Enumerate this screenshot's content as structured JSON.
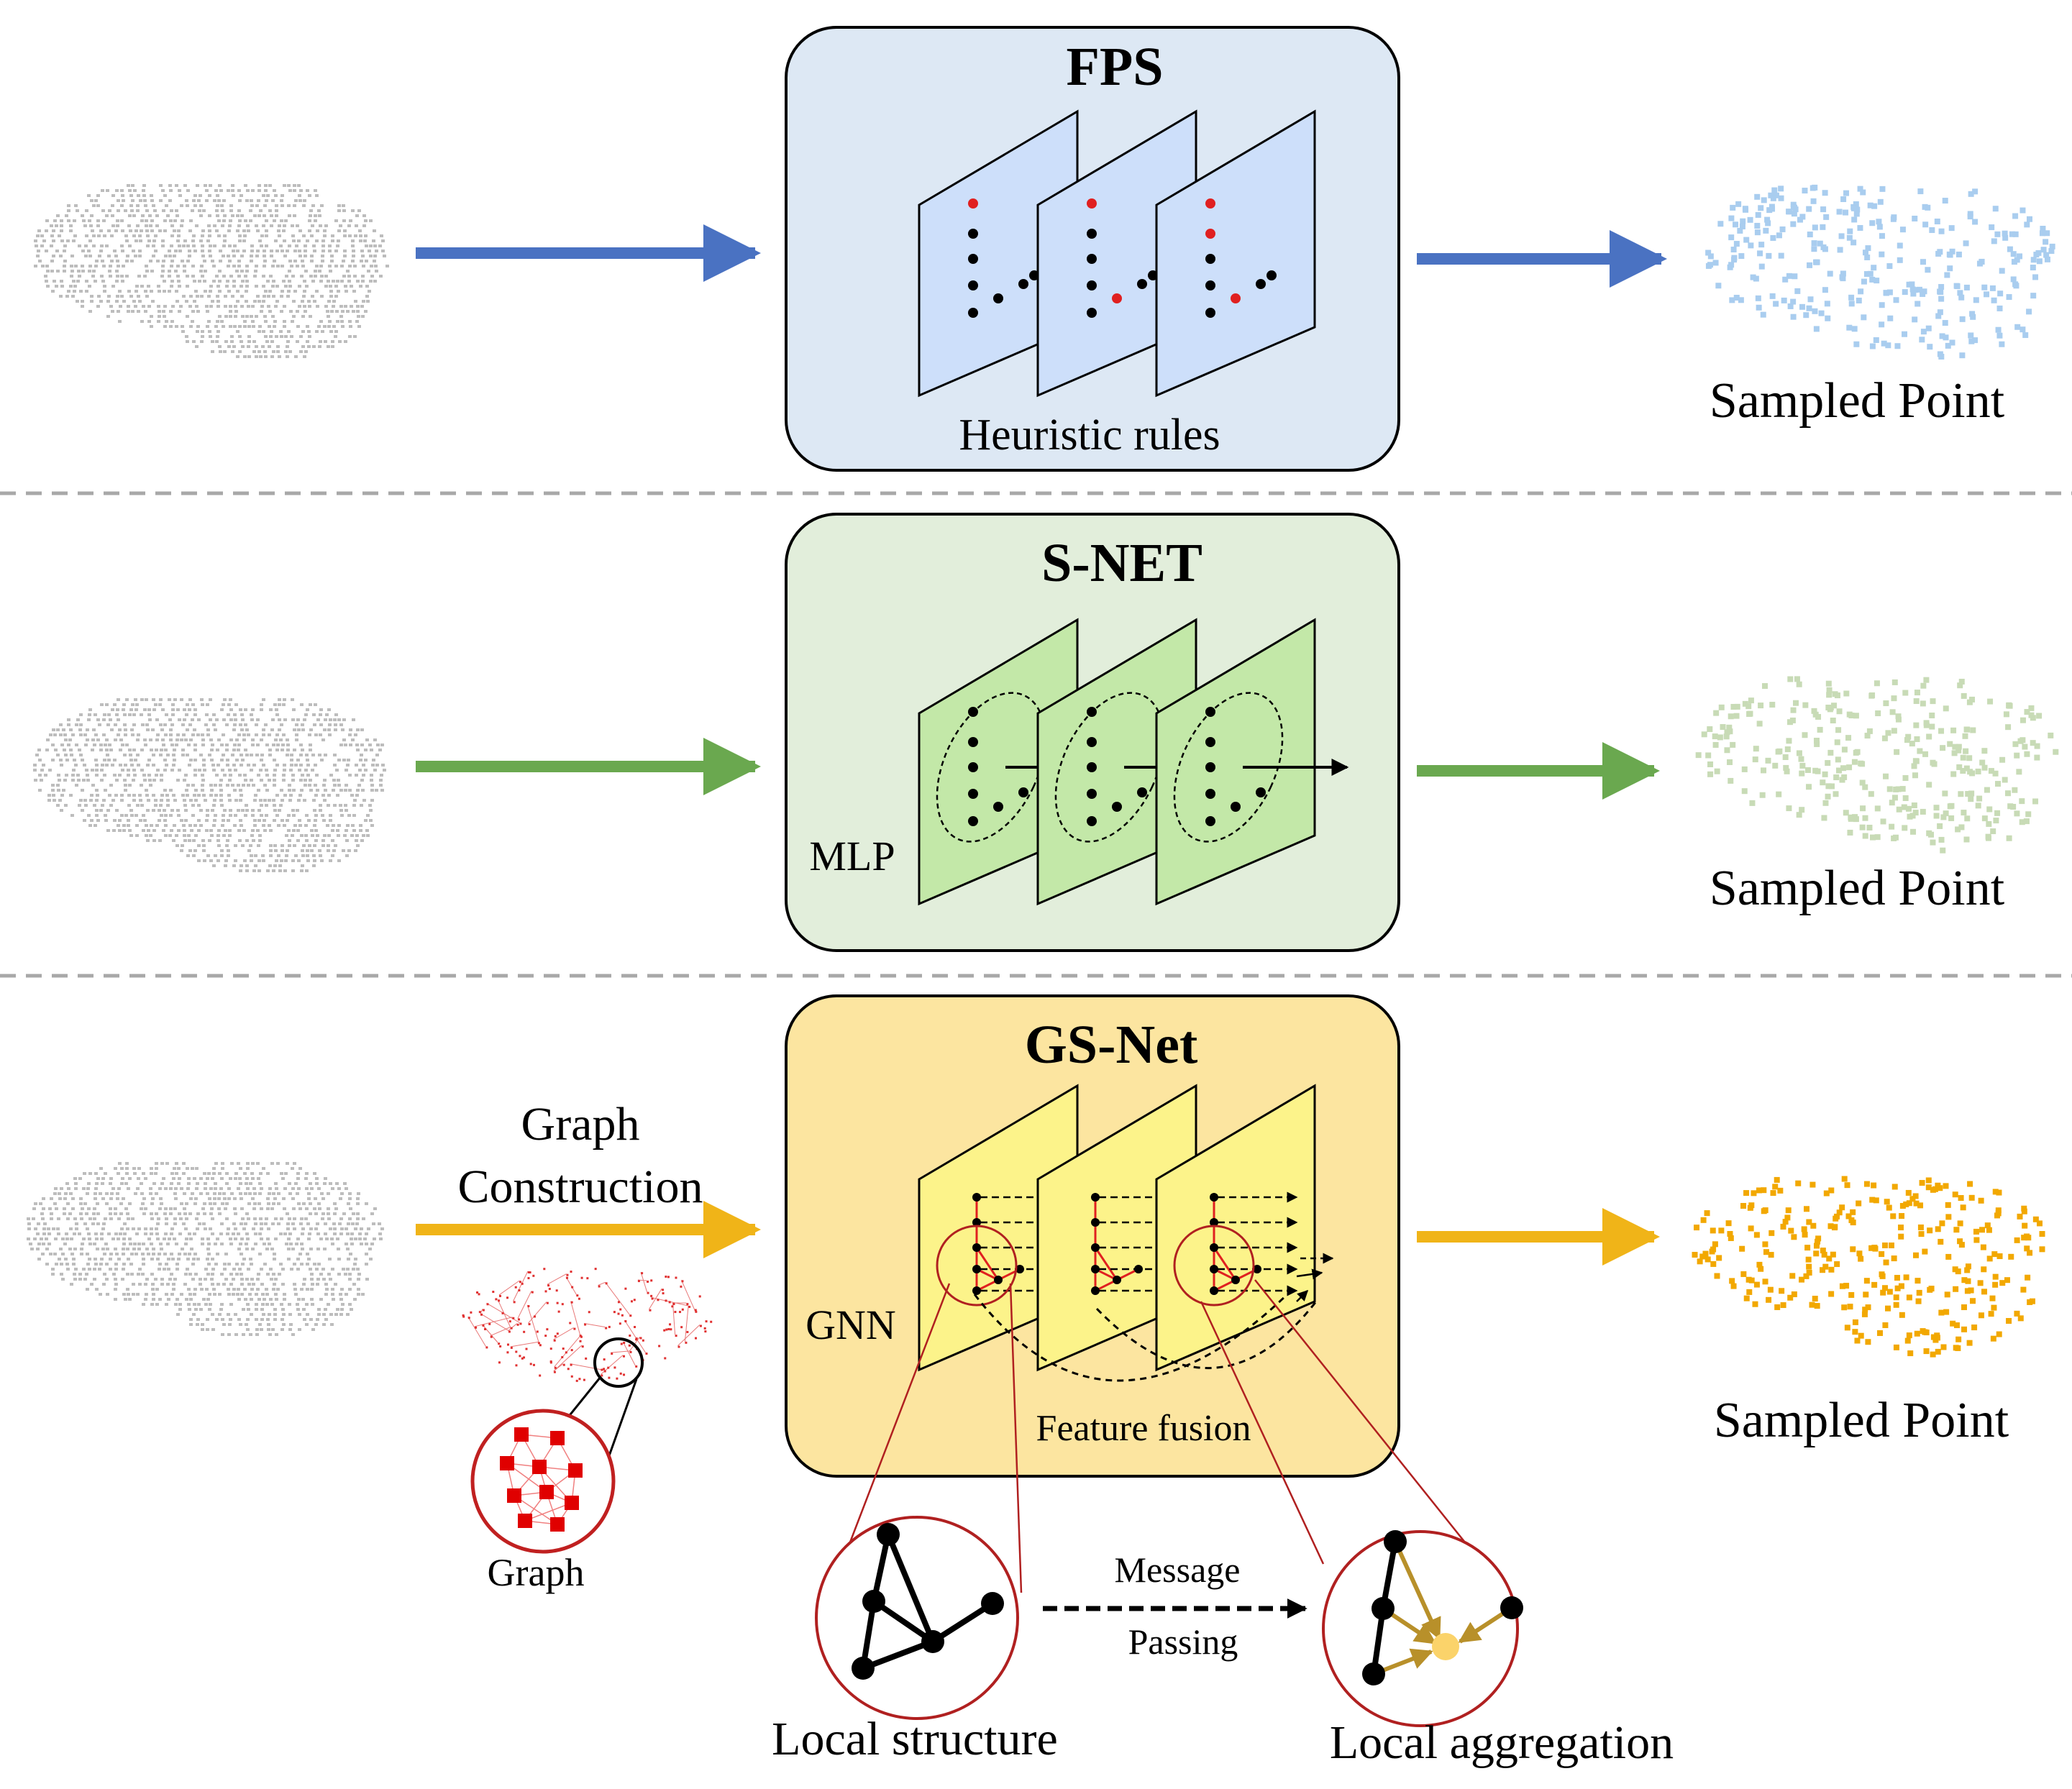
{
  "panels": [
    {
      "title": "FPS",
      "caption": "Heuristic rules",
      "module_label": "",
      "output_label": "Sampled Point",
      "colors": {
        "box": "#dde8f4",
        "plane": "#cddffa",
        "arrow": "#4a72c2",
        "output_points": "#a9cdef"
      }
    },
    {
      "title": "S-NET",
      "caption": "",
      "module_label": "MLP",
      "output_label": "Sampled Point",
      "colors": {
        "box": "#e2eedb",
        "plane": "#c3e8a8",
        "arrow": "#6aa84f",
        "output_points": "#c8dbb6"
      }
    },
    {
      "title": "GS-Net",
      "caption": "Feature fusion",
      "module_label": "GNN",
      "output_label": "Sampled Point",
      "colors": {
        "box": "#fce5a0",
        "plane": "#fcf38a",
        "arrow": "#f0b418",
        "output_points": "#f2a800"
      }
    }
  ],
  "graph_construction": {
    "label_line1": "Graph",
    "label_line2": "Construction",
    "graph_label": "Graph"
  },
  "message_passing": {
    "label_top": "Message",
    "label_bottom": "Passing"
  },
  "local_structure_label": "Local structure",
  "local_aggregation_label": "Local aggregation",
  "input_points_color": "#bdbdbd",
  "highlight_color": "#e02020",
  "aggregation_color": "#b8902a"
}
